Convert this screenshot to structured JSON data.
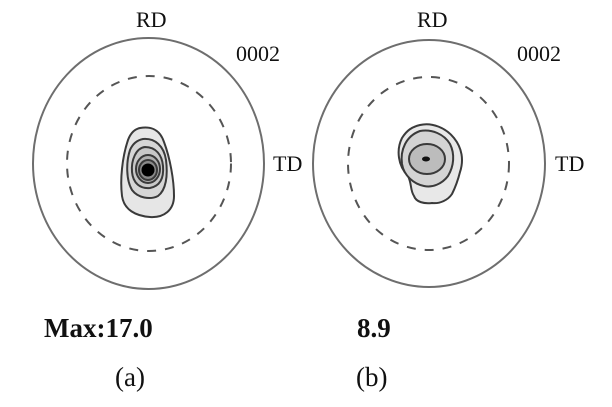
{
  "figure": {
    "panels": [
      {
        "id": "a",
        "plane": "0002",
        "axis_top": "RD",
        "axis_right": "TD",
        "max_label": "Max:17.0",
        "caption": "(a)"
      },
      {
        "id": "b",
        "plane": "0002",
        "axis_top": "RD",
        "axis_right": "TD",
        "max_label": "8.9",
        "caption": "(b)"
      }
    ],
    "colors": {
      "outline": "#6e6e6e",
      "dashed": "#555555",
      "contour_line": "#3a3a3a",
      "fill_light": "#e6e6e6",
      "fill_mid": "#c8c8c8",
      "fill_dark": "#9a9a9a",
      "core": "#000000"
    }
  }
}
